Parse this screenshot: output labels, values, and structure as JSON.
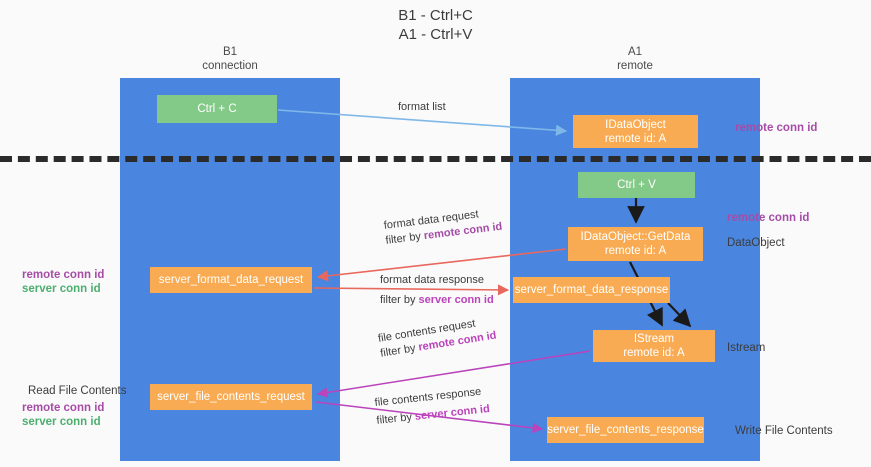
{
  "title": {
    "line1": "B1 - Ctrl+C",
    "line2": "A1 - Ctrl+V"
  },
  "columns": {
    "left": {
      "name": "B1",
      "role": "connection"
    },
    "right": {
      "name": "A1",
      "role": "remote"
    }
  },
  "nodes": {
    "ctrl_c": {
      "label": "Ctrl + C",
      "color": "#83c987"
    },
    "idataobject": {
      "label": "IDataObject",
      "sub": "remote id: A",
      "color": "#f9ab53"
    },
    "ctrl_v": {
      "label": "Ctrl + V",
      "color": "#83c987"
    },
    "getdata": {
      "label": "IDataObject::GetData",
      "sub": "remote id: A",
      "color": "#f9ab53"
    },
    "server_format_data_request": {
      "label": "server_format_data_request",
      "color": "#f9ab53"
    },
    "server_format_data_response": {
      "label": "server_format_data_response",
      "color": "#f9ab53"
    },
    "istream": {
      "label": "IStream",
      "sub": "remote id: A",
      "color": "#f9ab53"
    },
    "server_file_contents_request": {
      "label": "server_file_contents_request",
      "color": "#f9ab53"
    },
    "server_file_contents_response": {
      "label": "server_file_contents_response",
      "color": "#f9ab53"
    }
  },
  "side_labels": {
    "remote_conn_id_top": "remote conn id",
    "remote_conn_id_mid": "remote conn id",
    "dataobject": "DataObject",
    "istream": "Istream",
    "write_file_contents": "Write File Contents",
    "read_file_contents": "Read File Contents",
    "remote_conn_id": "remote conn id",
    "server_conn_id": "server conn id"
  },
  "edges": {
    "format_list": {
      "label": "format list",
      "color": "#7fb8e8"
    },
    "format_data_request": {
      "line1": "format data request",
      "filter_prefix": "filter by ",
      "filter_key": "remote conn id",
      "color": "#e8685d"
    },
    "format_data_response": {
      "line1": "format data response",
      "filter_prefix": "filter by ",
      "filter_key": "server conn id",
      "color": "#e8685d"
    },
    "file_contents_request": {
      "line1": "file contents request",
      "filter_prefix": "filter by ",
      "filter_key": "remote conn id",
      "color": "#bb43bb"
    },
    "file_contents_response": {
      "line1": "file contents response",
      "filter_prefix": "filter by ",
      "filter_key": "server conn id",
      "color": "#bb43bb"
    }
  },
  "colors": {
    "lane": "#4a86e0",
    "green_node": "#83c987",
    "orange_node": "#f9ab53",
    "purple_text": "#a64ca6",
    "green_text": "#4caf6e",
    "magenta_text": "#bb43bb",
    "divider": "#2b2b2b",
    "background": "#fafafa"
  }
}
